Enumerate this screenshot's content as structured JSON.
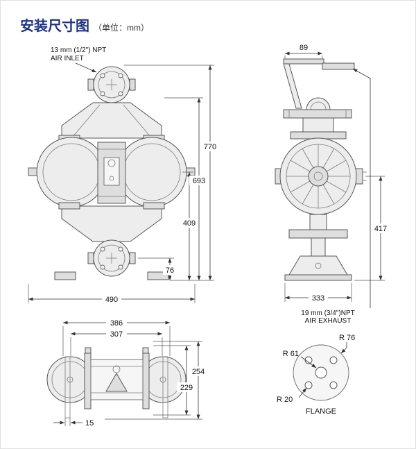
{
  "page": {
    "title": "安装尺寸图",
    "unit": "（单位：mm）"
  },
  "front_view": {
    "air_inlet": {
      "line1": "13 mm (1/2\") NPT",
      "line2": "AIR INLET"
    },
    "dims": {
      "overall_height": "770",
      "upper_port_height": "693",
      "center_height": "409",
      "lower_port_height": "76",
      "overall_width": "490"
    }
  },
  "side_view": {
    "dims": {
      "top_bracket_width": "89",
      "center_to_base": "417",
      "base_width": "333"
    },
    "air_exhaust": {
      "line1": "19 mm (3/4\")NPT",
      "line2": "AIR EXHAUST"
    }
  },
  "plan_view": {
    "dims": {
      "overall_width": "386",
      "inner_width": "307",
      "overall_depth": "254",
      "inner_depth": "229",
      "clamp_width": "15"
    }
  },
  "flange_view": {
    "r_outer": "R 76",
    "r_bolt_circle": "R 61",
    "r_hole": "R 20",
    "caption": "FLANGE"
  }
}
